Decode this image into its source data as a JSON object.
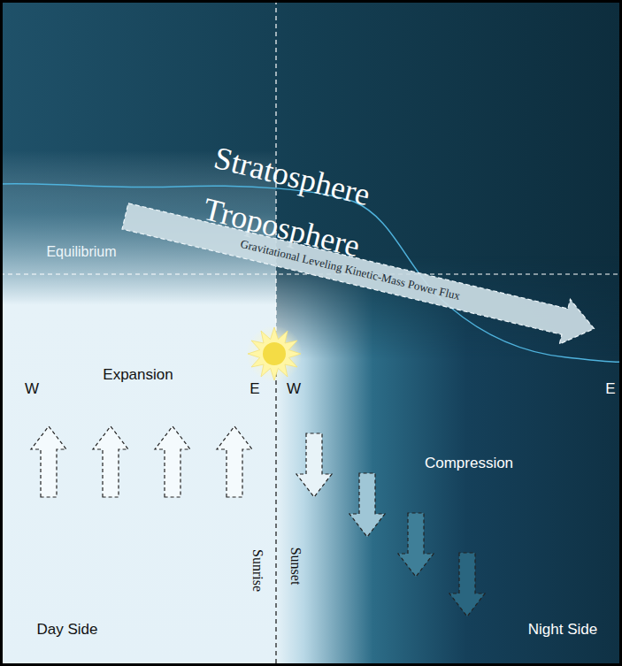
{
  "diagram": {
    "nodes": [
      {
        "text": [
          "Gravitational Leveling Kinetic-Mass Power Flux"
        ]
      }
    ],
    "labels": [
      "Stratosphere",
      "Troposphere",
      "Equilibrium",
      "Expansion",
      "W",
      "E",
      "W",
      "E",
      "Compression",
      "Sunrise",
      "Sunset",
      "Day Side",
      "Night Side"
    ]
  }
}
